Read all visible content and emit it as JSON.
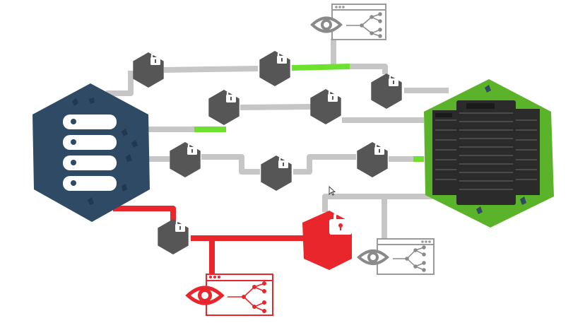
{
  "colors": {
    "background": "#ffffff",
    "line_gray": "#c6c6c6",
    "line_active": "#6ee12f",
    "line_compromised": "#e8262b",
    "node_gray": "#565656",
    "lock_white": "#ffffff",
    "source_hex": "#2e4a65",
    "destination_hex": "#5bb32a",
    "server_dark": "#2b2b2b",
    "alert_red": "#e8262b",
    "monitor_gray": "#8a8a8a"
  },
  "nodes": {
    "source": {
      "icon": "server-stack-icon"
    },
    "destination": {
      "icon": "server-rack-icon"
    },
    "relays": [
      {
        "name": "relay-node-1",
        "icon": "lock-icon"
      },
      {
        "name": "relay-node-2",
        "icon": "lock-icon"
      },
      {
        "name": "relay-node-3",
        "icon": "lock-icon"
      },
      {
        "name": "relay-node-4",
        "icon": "lock-icon"
      },
      {
        "name": "relay-node-5",
        "icon": "lock-icon"
      },
      {
        "name": "relay-node-6",
        "icon": "lock-icon"
      },
      {
        "name": "relay-node-7",
        "icon": "lock-icon"
      },
      {
        "name": "relay-node-8",
        "icon": "lock-icon"
      },
      {
        "name": "relay-node-9",
        "icon": "lock-icon"
      }
    ],
    "compromised_relay": {
      "icon": "lock-icon",
      "state": "compromised"
    }
  },
  "monitors": [
    {
      "name": "monitor-window-top",
      "icon": "eye-icon",
      "state": "normal"
    },
    {
      "name": "monitor-window-right",
      "icon": "eye-icon",
      "state": "normal"
    },
    {
      "name": "monitor-window-bottom",
      "icon": "eye-icon",
      "state": "alert"
    }
  ],
  "cursor": {
    "icon": "mouse-pointer-icon"
  }
}
